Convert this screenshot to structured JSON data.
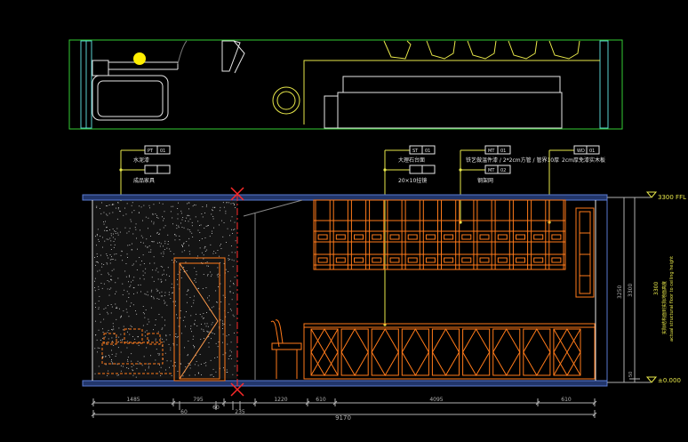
{
  "colors": {
    "background": "#000000",
    "frame_green": "#33cc33",
    "leader_yellow": "#e8e84a",
    "furniture_orange": "#ff7a1a",
    "wall_blue": "#3a5aa8",
    "cut_red": "#ff2a2a",
    "white": "#e6e6e6",
    "dim_gray": "#b0b0b0",
    "accent_yellow": "#ffee00"
  },
  "callouts": [
    {
      "tag_a": "PT",
      "tag_b": "01",
      "text": "水泥漆"
    },
    {
      "tag_a": "",
      "tag_b": "",
      "text": "成品家具"
    },
    {
      "tag_a": "ST",
      "tag_b": "01",
      "text": "大理石台面"
    },
    {
      "tag_a": "",
      "tag_b": "",
      "text": "20×10挂镜"
    },
    {
      "tag_a": "MT",
      "tag_b": "01",
      "text": "铁艺做温件漆 / 2*2cm方管 / 管界10厚"
    },
    {
      "tag_a": "MT",
      "tag_b": "02",
      "text": "钢架网"
    },
    {
      "tag_a": "WD",
      "tag_b": "01",
      "text": "2cm厚免漆实木板"
    }
  ],
  "levels": {
    "top": "3300 FFL",
    "bottom": "±0.000",
    "height_outer": "3250",
    "height_inner": "3300",
    "base": "50"
  },
  "side_note": {
    "line1": "3300",
    "line2": "实际结构面到实际地面高度",
    "line3": "actual structural floor to ceiling height"
  },
  "dimensions": {
    "segments": [
      "1485",
      "795",
      "1220",
      "610",
      "4095",
      "610"
    ],
    "sub": [
      "60",
      "60",
      "235"
    ],
    "total": "9170"
  }
}
